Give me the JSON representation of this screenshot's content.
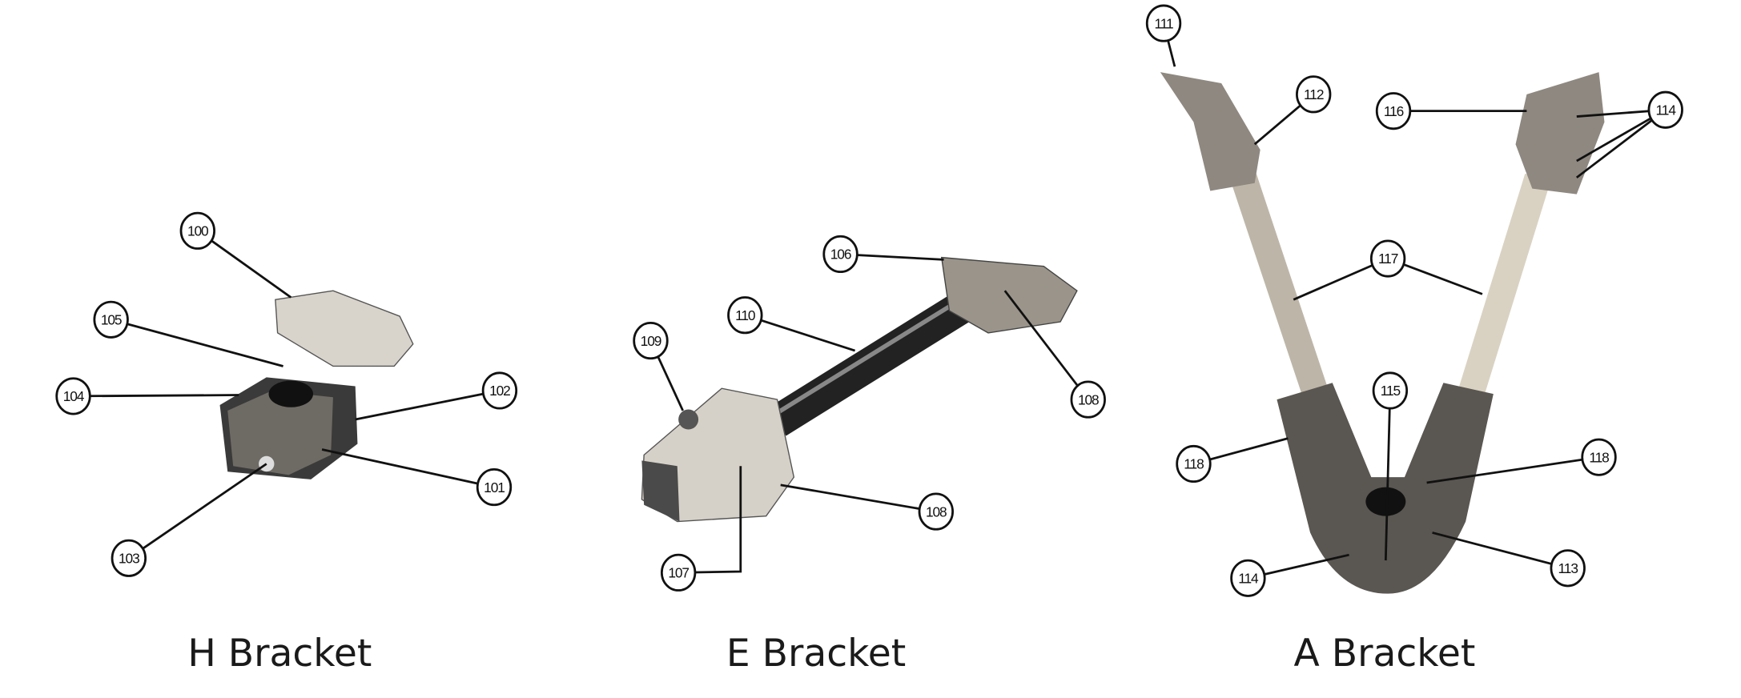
{
  "captions": {
    "h": "H Bracket",
    "e": "E Bracket",
    "a": "A Bracket"
  },
  "callouts": {
    "h": [
      "100",
      "105",
      "104",
      "102",
      "101",
      "103"
    ],
    "e": [
      "106",
      "110",
      "109",
      "108",
      "108",
      "107"
    ],
    "a": [
      "111",
      "112",
      "116",
      "114",
      "117",
      "115",
      "118",
      "118",
      "114",
      "113"
    ]
  }
}
